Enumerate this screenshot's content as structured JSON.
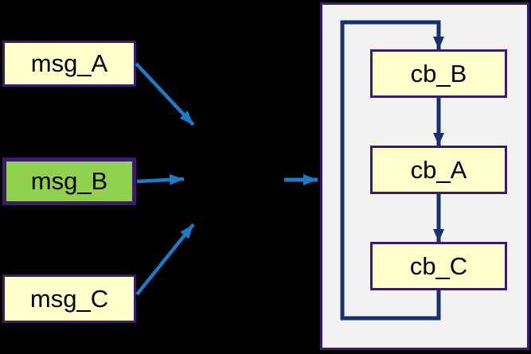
{
  "diagram": {
    "messages": [
      {
        "label": "msg_A",
        "fill": "#FFFFCC"
      },
      {
        "label": "msg_B",
        "fill": "#92D050"
      },
      {
        "label": "msg_C",
        "fill": "#FFFFCC"
      }
    ],
    "callbacks": [
      {
        "label": "cb_B",
        "fill": "#FFFFCC"
      },
      {
        "label": "cb_A",
        "fill": "#FFFFCC"
      },
      {
        "label": "cb_C",
        "fill": "#FFFFCC"
      }
    ],
    "colors": {
      "background": "#000000",
      "box_border_purple": "#3C1B6E",
      "box_fill_yellow": "#FFFFCC",
      "box_fill_green": "#92D050",
      "panel_fill": "#F2F2F2",
      "arrow_blue": "#1E7AC6",
      "arrow_navy": "#1A3068"
    }
  }
}
